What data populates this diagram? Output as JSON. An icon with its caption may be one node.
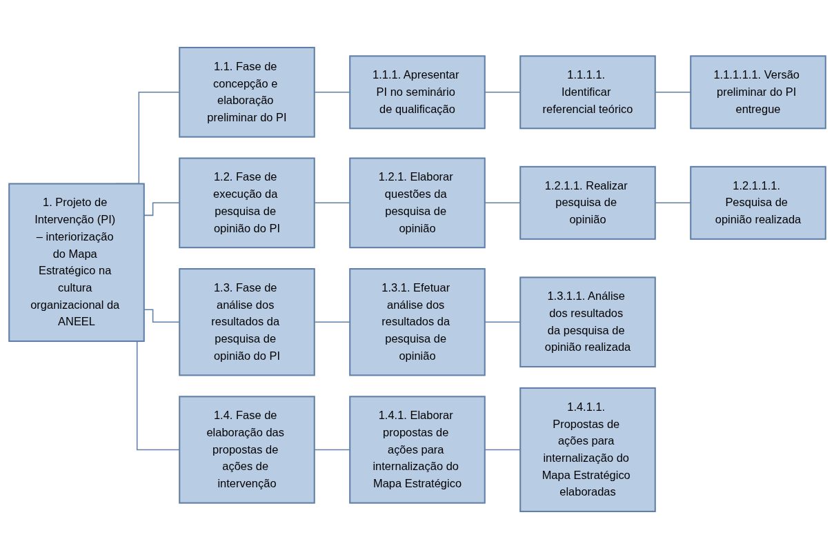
{
  "diagram": {
    "nodes": [
      {
        "text": [
          "1. Projeto de Intervenção (PI) – interiorização do Mapa Estratégico na cultura organizacional da ANEEL"
        ]
      },
      {
        "text": [
          "1.1. Fase de concepção e elaboração preliminar do PI"
        ]
      },
      {
        "text": [
          "1.1.1. Apresentar PI no seminário de qualificação"
        ]
      },
      {
        "text": [
          "1.1.1.1. Identificar referencial teórico"
        ]
      },
      {
        "text": [
          "1.1.1.1.1. Versão preliminar do PI entregue"
        ]
      },
      {
        "text": [
          "1.2. Fase de execução da pesquisa de opinião do PI"
        ]
      },
      {
        "text": [
          "1.2.1. Elaborar questões da pesquisa de opinião"
        ]
      },
      {
        "text": [
          "1.2.1.1. Realizar pesquisa de opinião"
        ]
      },
      {
        "text": [
          "1.2.1.1.1. Pesquisa de opinião realizada"
        ]
      },
      {
        "text": [
          "1.3. Fase de análise dos resultados da pesquisa de opinião do PI"
        ]
      },
      {
        "text": [
          "1.3.1. Efetuar análise dos resultados da pesquisa de opinião"
        ]
      },
      {
        "text": [
          "1.3.1.1. Análise dos resultados da pesquisa de opinião realizada"
        ]
      },
      {
        "text": [
          "1.4. Fase de elaboração das propostas de ações de intervenção"
        ]
      },
      {
        "text": [
          "1.4.1. Elaborar propostas de ações para internalização do Mapa Estratégico"
        ]
      },
      {
        "text": [
          "1.4.1.1. Propostas de ações para internalização do Mapa Estratégico elaboradas"
        ]
      }
    ],
    "edges": [
      {
        "from": 0,
        "to": 1,
        "arrow": "none"
      },
      {
        "from": 0,
        "to": 5,
        "arrow": "none"
      },
      {
        "from": 0,
        "to": 9,
        "arrow": "none"
      },
      {
        "from": 0,
        "to": 12,
        "arrow": "none"
      },
      {
        "from": 1,
        "to": 2,
        "arrow": "none"
      },
      {
        "from": 2,
        "to": 3,
        "arrow": "none"
      },
      {
        "from": 3,
        "to": 4,
        "arrow": "none"
      },
      {
        "from": 5,
        "to": 6,
        "arrow": "none"
      },
      {
        "from": 6,
        "to": 7,
        "arrow": "none"
      },
      {
        "from": 7,
        "to": 8,
        "arrow": "none"
      },
      {
        "from": 9,
        "to": 10,
        "arrow": "none"
      },
      {
        "from": 10,
        "to": 11,
        "arrow": "none"
      },
      {
        "from": 12,
        "to": 13,
        "arrow": "none"
      },
      {
        "from": 13,
        "to": 14,
        "arrow": "none"
      }
    ]
  }
}
